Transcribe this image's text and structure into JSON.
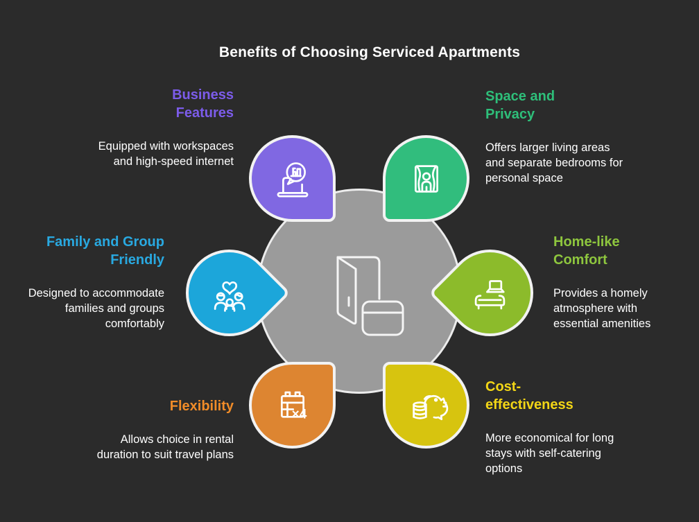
{
  "title": "Benefits of Choosing Serviced Apartments",
  "background_color": "#2b2b2b",
  "center": {
    "fill_color": "#9b9b9b",
    "icon": "door-and-cabinet-icon"
  },
  "benefits": [
    {
      "heading": "Business Features",
      "description": "Equipped with workspaces and high-speed internet",
      "petal_color": "#8068e2",
      "text_color": "#7c5cea",
      "icon": "laptop-chart-bubble-icon",
      "position": "top-left"
    },
    {
      "heading": "Space and Privacy",
      "description": "Offers larger living areas and separate bedrooms for personal space",
      "petal_color": "#31bd7d",
      "text_color": "#2ebf7a",
      "icon": "person-window-icon",
      "position": "top-right"
    },
    {
      "heading": "Home-like Comfort",
      "description": "Provides a homely atmosphere with essential amenities",
      "petal_color": "#8cbb2b",
      "text_color": "#8ec63e",
      "icon": "sofa-laptop-icon",
      "position": "right"
    },
    {
      "heading": "Cost-effectiveness",
      "description": "More economical for long stays with self-catering options",
      "petal_color": "#d7c40f",
      "text_color": "#f3d616",
      "icon": "piggy-bank-coins-icon",
      "position": "bottom-right"
    },
    {
      "heading": "Flexibility",
      "description": "Allows choice in rental duration to suit travel plans",
      "petal_color": "#dd8531",
      "text_color": "#f18c28",
      "icon": "calendar-icon",
      "icon_label": "×4",
      "position": "bottom-left"
    },
    {
      "heading": "Family and Group Friendly",
      "description": "Designed to accommodate families and groups comfortably",
      "petal_color": "#1ca6da",
      "text_color": "#29a9e1",
      "icon": "family-heart-icon",
      "position": "left"
    }
  ]
}
